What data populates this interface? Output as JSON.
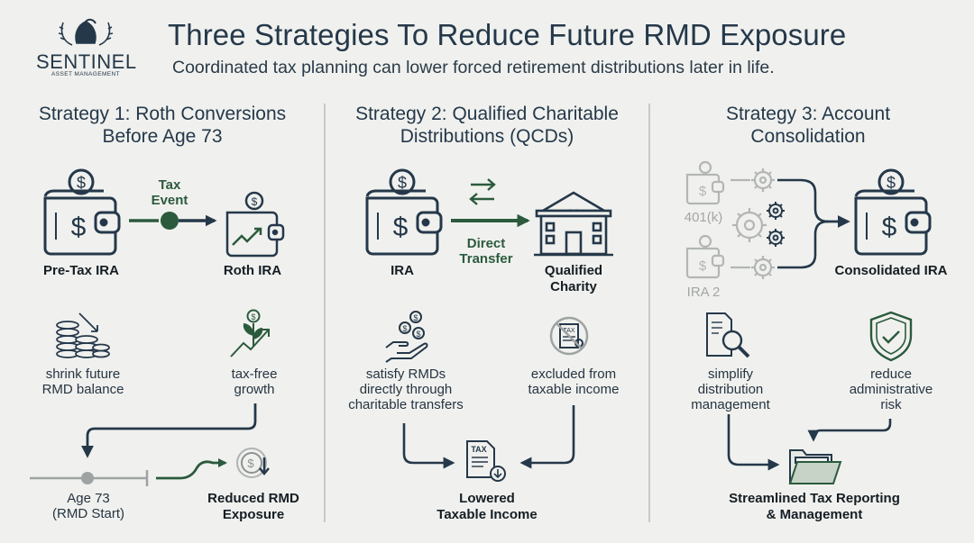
{
  "header": {
    "title": "Three Strategies To Reduce Future RMD Exposure",
    "subtitle": "Coordinated tax planning can lower forced retirement distributions later in life."
  },
  "brand": {
    "name": "SENTINEL",
    "tagline": "ASSET MANAGEMENT"
  },
  "colors": {
    "navy": "#25384a",
    "green": "#2b5a3d",
    "grey": "#b3b6b5",
    "background": "#f0f1ee"
  },
  "strategy1": {
    "title_line1": "Strategy 1: Roth Conversions",
    "title_line2": "Before Age 73",
    "from_account": "Pre-Tax IRA",
    "to_account": "Roth IRA",
    "event_line1": "Tax",
    "event_line2": "Event",
    "benefit1_line1": "shrink future",
    "benefit1_line2": "RMD balance",
    "benefit2_line1": "tax-free",
    "benefit2_line2": "growth",
    "timeline_line1": "Age 73",
    "timeline_line2": "(RMD Start)",
    "result_line1": "Reduced RMD",
    "result_line2": "Exposure"
  },
  "strategy2": {
    "title_line1": "Strategy 2: Qualified Charitable",
    "title_line2": "Distributions (QCDs)",
    "from_account": "IRA",
    "transfer_line1": "Direct",
    "transfer_line2": "Transfer",
    "to_line1": "Qualified",
    "to_line2": "Charity",
    "benefit1_line1": "satisfy RMDs",
    "benefit1_line2": "directly through",
    "benefit1_line3": "charitable transfers",
    "benefit2_line1": "excluded from",
    "benefit2_line2": "taxable income",
    "tax_doc_label": "TAX",
    "no_tax_label": "TAX",
    "result_line1": "Lowered",
    "result_line2": "Taxable Income"
  },
  "strategy3": {
    "title_line1": "Strategy 3: Account",
    "title_line2": "Consolidation",
    "account1": "401(k)",
    "account2": "IRA 2",
    "to_account": "Consolidated IRA",
    "benefit1_line1": "simplify",
    "benefit1_line2": "distribution",
    "benefit1_line3": "management",
    "benefit2_line1": "reduce",
    "benefit2_line2": "administrative",
    "benefit2_line3": "risk",
    "result_line1": "Streamlined Tax Reporting",
    "result_line2": "& Management"
  }
}
